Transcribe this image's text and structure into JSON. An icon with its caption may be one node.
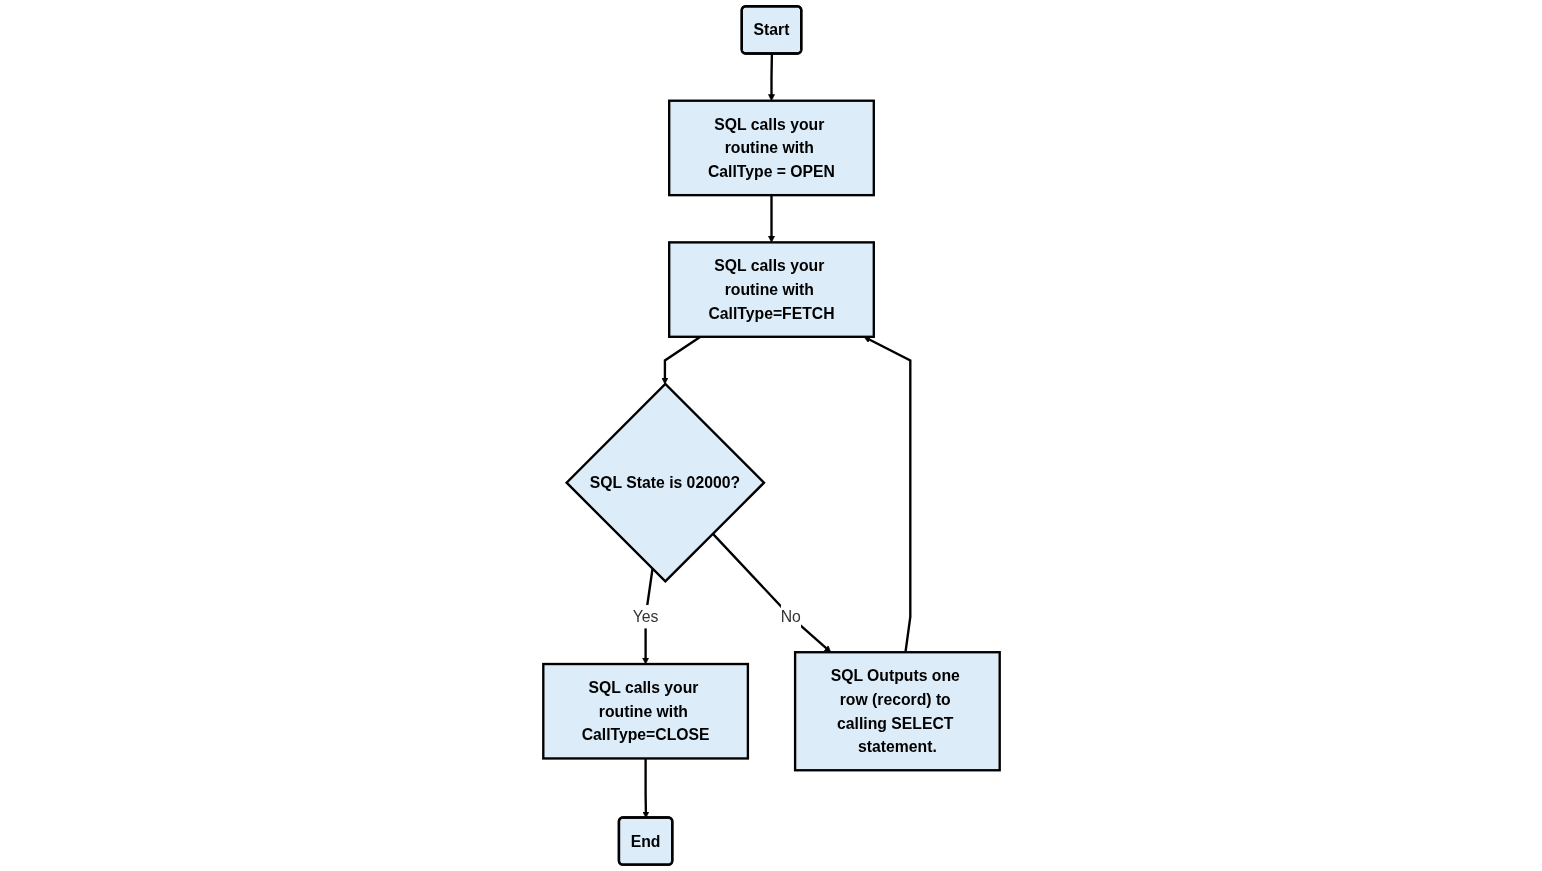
{
  "diagram": {
    "nodes": [
      {
        "text": [
          "Start"
        ]
      },
      {
        "text": [
          "SQL calls your routine with CallType = OPEN"
        ]
      },
      {
        "text": [
          "SQL calls your routine with CallType=FETCH"
        ]
      },
      {
        "text": [
          "SQL State is 02000?"
        ]
      },
      {
        "text": [
          "SQL calls your routine with CallType=CLOSE"
        ]
      },
      {
        "text": [
          "End"
        ]
      },
      {
        "text": [
          "SQL Outputs one row (record) to calling SELECT statement."
        ]
      }
    ],
    "edges": [
      {
        "from": 0,
        "to": 1,
        "arrow": "to"
      },
      {
        "from": 1,
        "to": 2,
        "arrow": "to"
      },
      {
        "from": 2,
        "to": 3,
        "arrow": "to"
      },
      {
        "from": 3,
        "to": 4,
        "arrow": "to",
        "label": "Yes"
      },
      {
        "from": 4,
        "to": 5,
        "arrow": "to"
      },
      {
        "from": 3,
        "to": 6,
        "arrow": "to",
        "label": "No"
      },
      {
        "from": 6,
        "to": 2,
        "arrow": "to"
      }
    ]
  }
}
